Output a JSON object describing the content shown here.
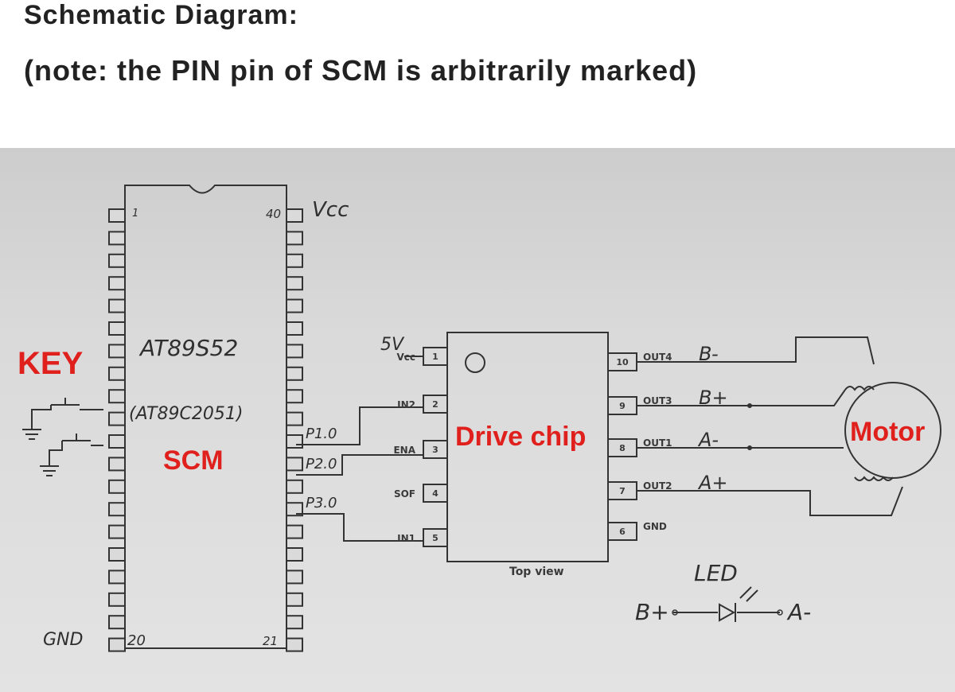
{
  "header": {
    "title": "Schematic Diagram:",
    "note": "(note: the PIN pin of SCM is arbitrarily marked)"
  },
  "scm": {
    "model": "AT89S52",
    "alt_model": "(AT89C2051)",
    "label": "SCM",
    "pin_1": "1",
    "pin_40": "40",
    "pin_20": "20",
    "pin_21": "21",
    "vcc_label": "Vcc",
    "gnd_label": "GND",
    "p10": "P1.0",
    "p20": "P2.0",
    "p30": "P3.0"
  },
  "key_label": "KEY",
  "supply_label": "5V",
  "drive_chip": {
    "label": "Drive chip",
    "view": "Top view",
    "left_pins": [
      {
        "num": "1",
        "name": "Vcc"
      },
      {
        "num": "2",
        "name": "IN2"
      },
      {
        "num": "3",
        "name": "ENA"
      },
      {
        "num": "4",
        "name": "SOF"
      },
      {
        "num": "5",
        "name": "IN1"
      }
    ],
    "right_pins": [
      {
        "num": "10",
        "name": "OUT4",
        "phase": "B-"
      },
      {
        "num": "9",
        "name": "OUT3",
        "phase": "B+"
      },
      {
        "num": "8",
        "name": "OUT1",
        "phase": "A-"
      },
      {
        "num": "7",
        "name": "OUT2",
        "phase": "A+"
      },
      {
        "num": "6",
        "name": "GND",
        "phase": ""
      }
    ]
  },
  "motor_label": "Motor",
  "led": {
    "label": "LED",
    "left": "B+",
    "right": "A-"
  },
  "colors": {
    "accent_red": "#e0201c",
    "ink": "#2f2f2f",
    "paper": "#dadada"
  }
}
